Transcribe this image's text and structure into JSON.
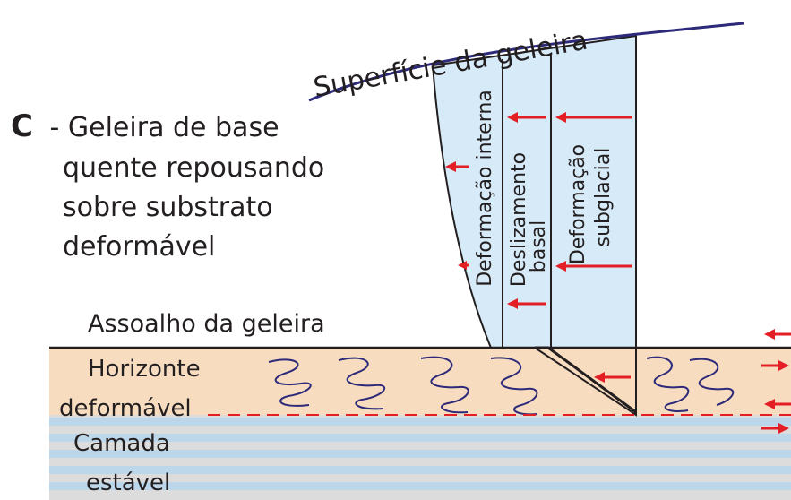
{
  "labels": {
    "surface": "Superfície da geleira",
    "section_letter": "C",
    "caption_line1": " - Geleira de base",
    "caption_line2": "quente repousando",
    "caption_line3": "sobre substrato",
    "caption_line4": "deformável",
    "floor": "Assoalho da geleira",
    "horizon_line1": "Horizonte",
    "horizon_line2": "deformável",
    "stable_line1": "Camada",
    "stable_line2": "estável",
    "internal_deformation": "Deformação interna",
    "basal_sliding_line1": "Deslizamento",
    "basal_sliding_line2": "basal",
    "subglacial_line1": "Deformação",
    "subglacial_line2": "subglacial"
  },
  "colors": {
    "ice_fill": "#d6eaf8",
    "outline": "#231f20",
    "surface_line": "#2e2a7a",
    "arrow": "#e31e24",
    "deformable_layer": "#f7dcbf",
    "stable_stripe_blue": "#bcd6ea",
    "stable_stripe_grey": "#dcdcdc"
  }
}
